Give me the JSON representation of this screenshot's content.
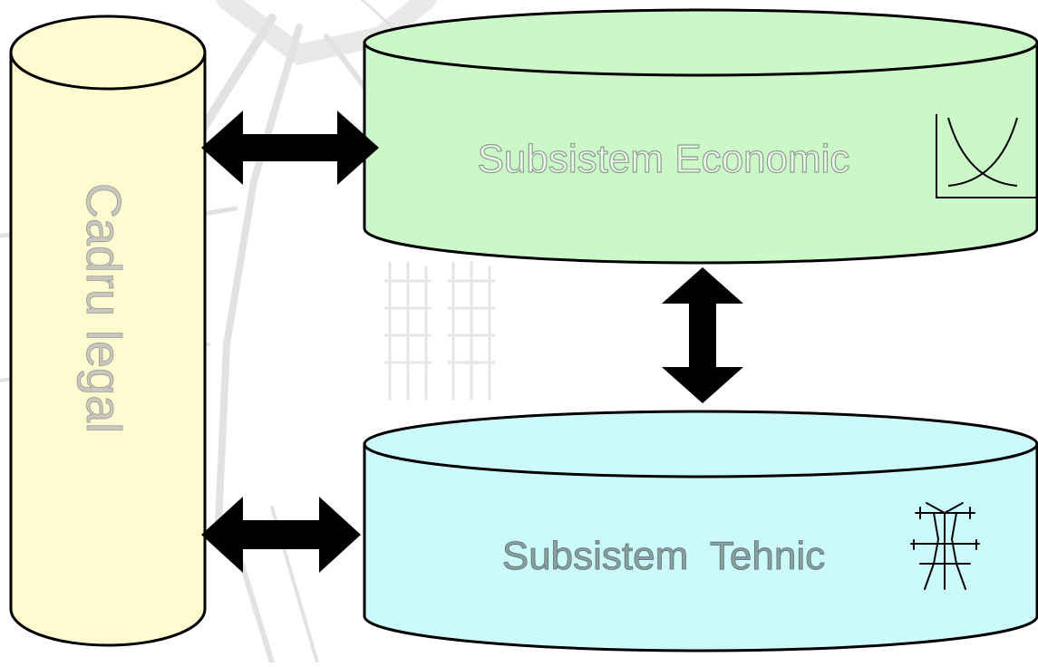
{
  "diagram": {
    "legal_framework": {
      "label": "Cadru legal",
      "fill": "#fffad0",
      "text_color": "#c8c8c0"
    },
    "economic_subsystem": {
      "label": "Subsistem Economic",
      "fill": "#ccf7c8",
      "text_color": "#eef8ee",
      "icon": "supply-demand-curve-icon"
    },
    "technical_subsystem": {
      "label": "Subsistem  Tehnic",
      "fill": "#ccfafc",
      "text_color": "#8aa0a0",
      "icon": "power-pylon-icon"
    },
    "arrows": [
      {
        "from": "legal_framework",
        "to": "economic_subsystem",
        "direction": "bidirectional"
      },
      {
        "from": "economic_subsystem",
        "to": "technical_subsystem",
        "direction": "bidirectional"
      },
      {
        "from": "legal_framework",
        "to": "technical_subsystem",
        "direction": "bidirectional"
      }
    ],
    "outline_color": "#000000",
    "arrow_color": "#000000",
    "background_watermark": "power-lines-photo"
  }
}
